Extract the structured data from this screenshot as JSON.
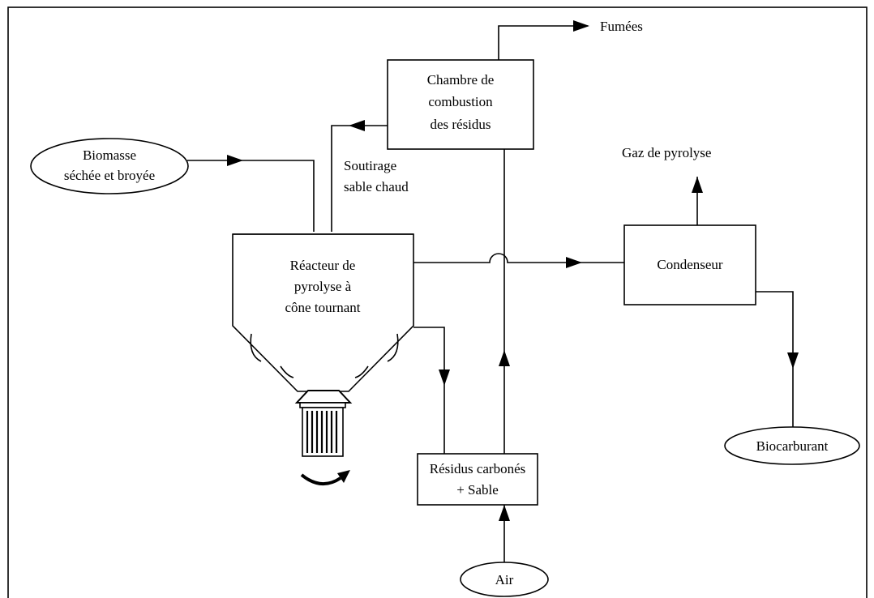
{
  "diagram": {
    "inputs": {
      "biomass": [
        "Biomasse",
        "séchée et broyée"
      ],
      "air": "Air"
    },
    "reactor": [
      "Réacteur de",
      "pyrolyse à",
      "cône tournant"
    ],
    "combustion_chamber": [
      "Chambre de",
      "combustion",
      "des résidus"
    ],
    "hot_sand_withdrawal": [
      "Soutirage",
      "sable chaud"
    ],
    "carbon_residues": [
      "Résidus carbonés",
      "+ Sable"
    ],
    "condenser": "Condenseur",
    "outputs": {
      "fumes": "Fumées",
      "pyrolysis_gas": "Gaz de pyrolyse",
      "biofuel": "Biocarburant"
    }
  }
}
